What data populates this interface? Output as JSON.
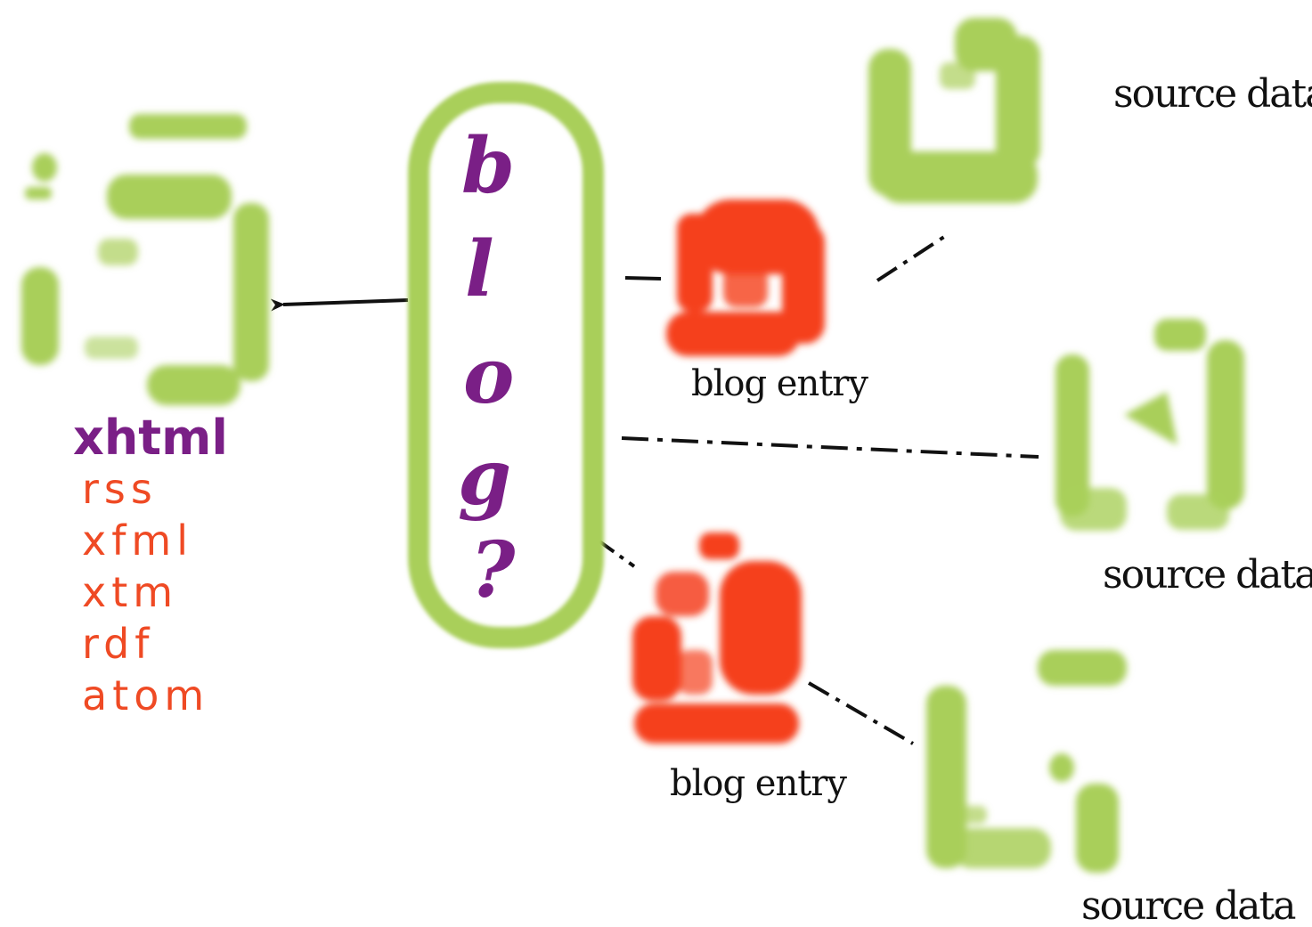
{
  "blog": {
    "letters": [
      "b",
      "l",
      "o",
      "g",
      "?"
    ]
  },
  "outputs": {
    "primary": "xhtml",
    "formats": [
      "rss",
      "xfml",
      "xtm",
      "rdf",
      "atom"
    ]
  },
  "blog_entries": [
    {
      "label": "blog entry"
    },
    {
      "label": "blog entry"
    }
  ],
  "sources": [
    {
      "label": "source data"
    },
    {
      "label": "source data"
    },
    {
      "label": "source data"
    }
  ],
  "colors": {
    "green": "#a9cf5a",
    "red": "#f5401d",
    "purple": "#7a1f86",
    "orange": "#ef4a24",
    "ink": "#111111"
  },
  "icons": {
    "output": "green-page-icon",
    "entry": "red-page-icon",
    "source": "green-page-icon"
  }
}
